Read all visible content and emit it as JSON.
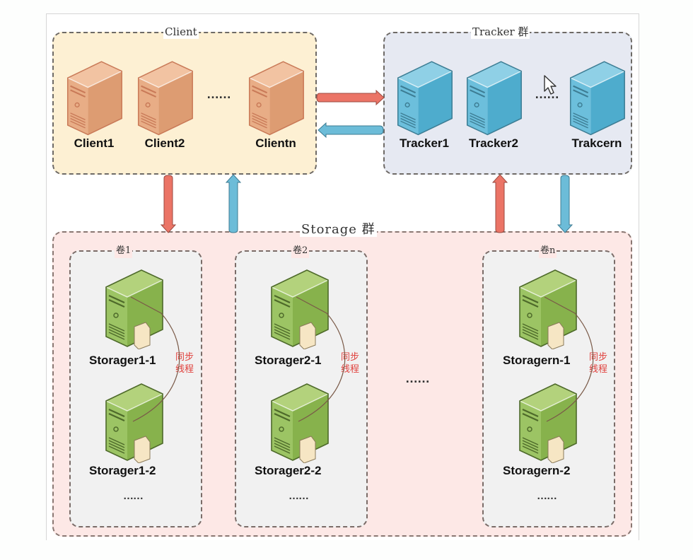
{
  "diagram": {
    "title": "FastDFS architecture",
    "colors": {
      "client": "#e9a982",
      "tracker": "#5fb8d6",
      "storage": "#8db552",
      "request_arrow": "#eb7466",
      "response_arrow": "#6cbcd8",
      "sync_text": "#e0413d"
    },
    "client_group": {
      "label": "Client",
      "nodes": [
        {
          "label": "Client1",
          "icon": "server-icon"
        },
        {
          "label": "Client2",
          "icon": "server-icon"
        },
        {
          "label": "Clientn",
          "icon": "server-icon"
        }
      ],
      "ellipsis": "……"
    },
    "tracker_group": {
      "label": "Tracker 群",
      "nodes": [
        {
          "label": "Tracker1",
          "icon": "server-icon"
        },
        {
          "label": "Tracker2",
          "icon": "server-icon"
        },
        {
          "label": "Trakcern",
          "icon": "server-icon"
        }
      ],
      "ellipsis": "……"
    },
    "storage_group": {
      "label": "Storage 群",
      "ellipsis": "……",
      "volumes": [
        {
          "label": "卷1",
          "nodes": [
            "Storager1-1",
            "Storager1-2"
          ],
          "sync": [
            "同步",
            "线程"
          ],
          "ellipsis": "……"
        },
        {
          "label": "卷2",
          "nodes": [
            "Storager2-1",
            "Storager2-2"
          ],
          "sync": [
            "同步",
            "线程"
          ],
          "ellipsis": "……"
        },
        {
          "label": "卷n",
          "nodes": [
            "Storagern-1",
            "Storagern-2"
          ],
          "sync": [
            "同步",
            "线程"
          ],
          "ellipsis": "……"
        }
      ]
    },
    "arrows": [
      {
        "from": "client",
        "to": "tracker",
        "kind": "request"
      },
      {
        "from": "tracker",
        "to": "client",
        "kind": "response"
      },
      {
        "from": "client",
        "to": "storage",
        "kind": "request"
      },
      {
        "from": "storage",
        "to": "client",
        "kind": "response"
      },
      {
        "from": "storage",
        "to": "tracker",
        "kind": "request"
      },
      {
        "from": "tracker",
        "to": "storage",
        "kind": "response"
      }
    ]
  }
}
